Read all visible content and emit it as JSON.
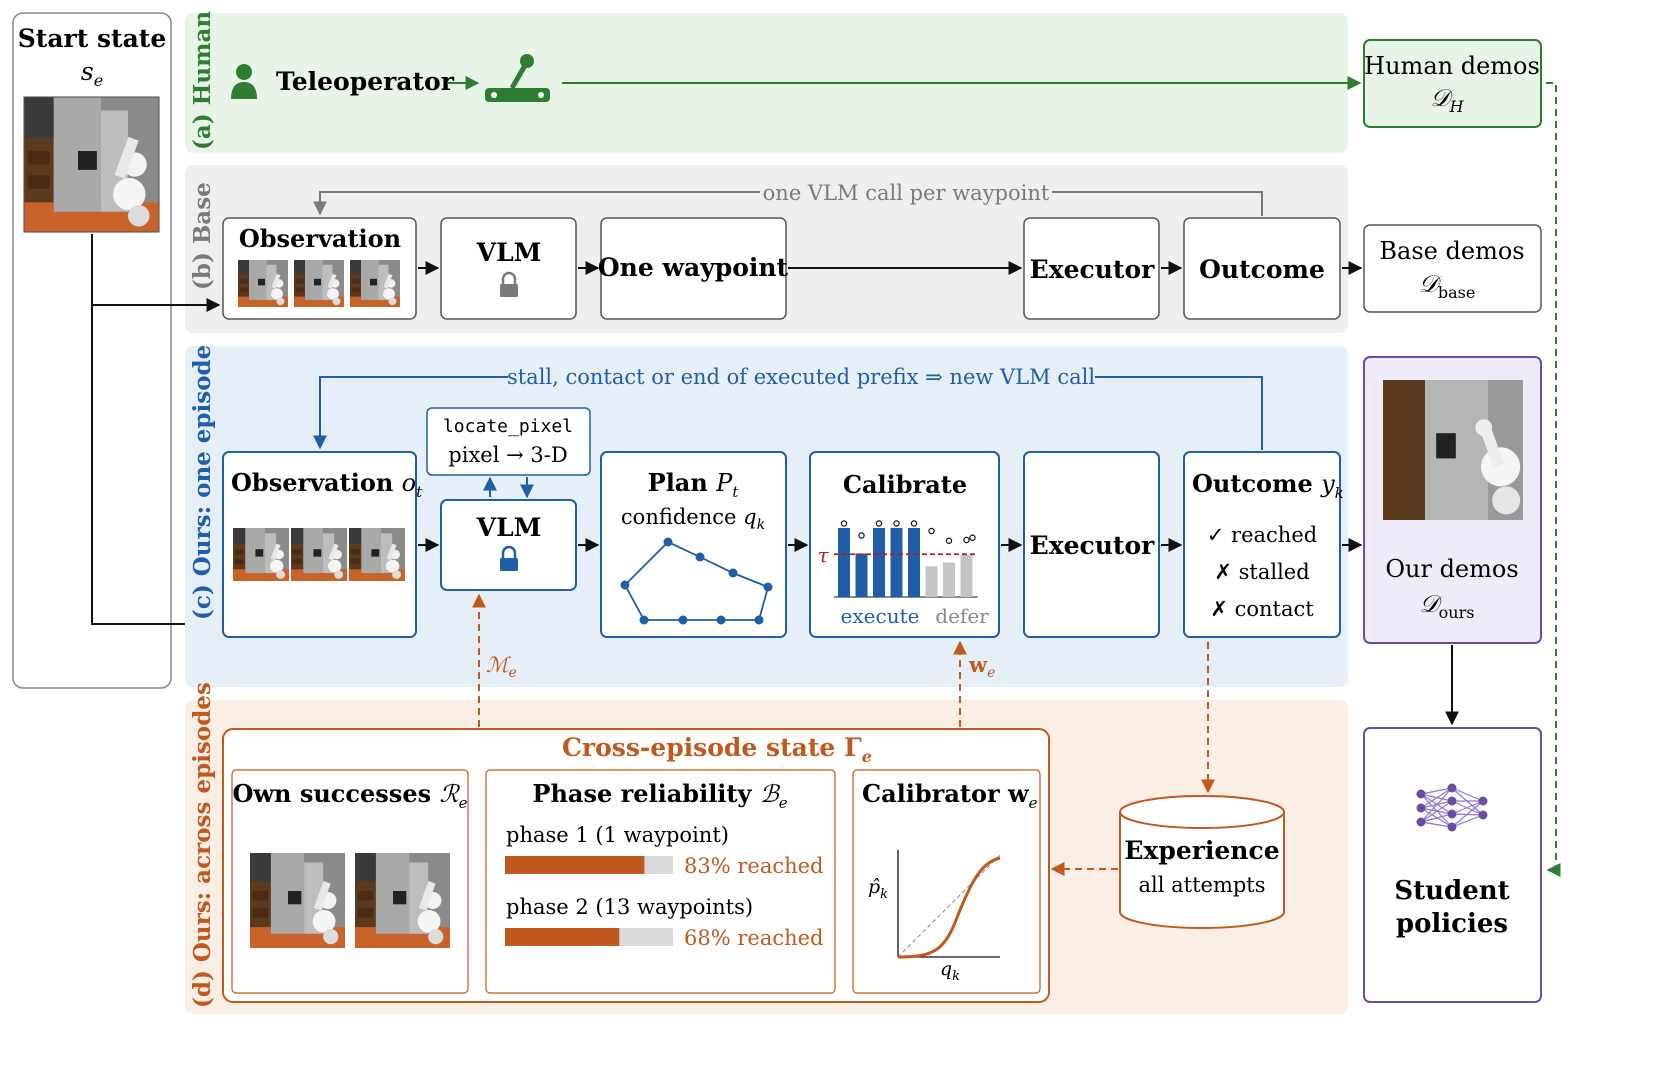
{
  "start": {
    "title": "Start state",
    "symbol": "s",
    "sub": "e"
  },
  "human": {
    "section_label": "(a) Human",
    "teleoperator": "Teleoperator",
    "demos_title": "Human demos",
    "demos_symbol": "𝒟",
    "demos_sub": "H"
  },
  "base": {
    "section_label": "(b) Base",
    "loop_label": "one VLM call per waypoint",
    "observation": "Observation",
    "vlm": "VLM",
    "waypoint": "One waypoint",
    "executor": "Executor",
    "outcome": "Outcome",
    "demos_title": "Base demos",
    "demos_symbol": "𝒟",
    "demos_sub": "base"
  },
  "ours": {
    "section_label": "(c) Ours: one episode",
    "loop_label": "stall, contact or end of executed prefix ⇒ new VLM call",
    "observation": "Observation",
    "obs_symbol": "o",
    "obs_sub": "t",
    "locate_func": "locate_pixel",
    "locate_desc": "pixel → 3-D",
    "vlm": "VLM",
    "plan_title": "Plan",
    "plan_symbol": "P",
    "plan_sub": "t",
    "plan_conf": "confidence",
    "plan_conf_symbol": "q",
    "plan_conf_sub": "k",
    "calibrate": "Calibrate",
    "tau": "τ",
    "execute_label": "execute",
    "defer_label": "defer",
    "executor": "Executor",
    "outcome_title": "Outcome",
    "outcome_symbol": "y",
    "outcome_sub": "k",
    "outcomes": [
      "✓ reached",
      "✗ stalled",
      "✗ contact"
    ],
    "memory_label": "ℳ",
    "memory_sub": "e",
    "weights_label": "w",
    "weights_sub": "e",
    "demos_title": "Our demos",
    "demos_symbol": "𝒟",
    "demos_sub": "ours"
  },
  "cross": {
    "section_label": "(d) Ours: across episodes",
    "title": "Cross-episode state Γ",
    "title_sub": "e",
    "own_title": "Own successes",
    "own_symbol": "ℛ",
    "own_sub": "e",
    "phase_title": "Phase reliability",
    "phase_symbol": "ℬ",
    "phase_sub": "e",
    "phases": [
      {
        "label": "phase 1 (1 waypoint)",
        "reliability": 0.83,
        "text": "83% reached"
      },
      {
        "label": "phase 2 (13 waypoints)",
        "reliability": 0.68,
        "text": "68% reached"
      }
    ],
    "calib_title": "Calibrator",
    "calib_symbol": "w",
    "calib_sub": "e",
    "calib_ylabel": "p̂",
    "calib_ylabel_sub": "k",
    "calib_xlabel": "q",
    "calib_xlabel_sub": "k",
    "experience_title": "Experience",
    "experience_sub": "all attempts"
  },
  "student": {
    "line1": "Student",
    "line2": "policies"
  },
  "calibrate_chart": {
    "bars": [
      {
        "value": 0.92,
        "executed": true
      },
      {
        "value": 0.58,
        "executed": true
      },
      {
        "value": 0.92,
        "executed": true
      },
      {
        "value": 0.92,
        "executed": true
      },
      {
        "value": 0.92,
        "executed": true
      },
      {
        "value": 0.41,
        "executed": false
      },
      {
        "value": 0.46,
        "executed": false
      },
      {
        "value": 0.56,
        "executed": false
      }
    ],
    "markers": [
      0.98,
      0.82,
      0.98,
      0.98,
      0.98,
      0.88,
      0.75,
      0.76,
      0.79
    ],
    "threshold": 0.57
  },
  "colors": {
    "human_fill": "#e9f4e8",
    "human_accent": "#2e7d32",
    "base_fill": "#efefef",
    "base_accent": "#7a7a7a",
    "ours_fill": "#e6eff8",
    "ours_accent": "#1f5ea8",
    "cross_fill": "#fbeee4",
    "cross_accent": "#c0591e",
    "purple": "#6a4ca5",
    "purple_fill": "#f0ebf8"
  }
}
